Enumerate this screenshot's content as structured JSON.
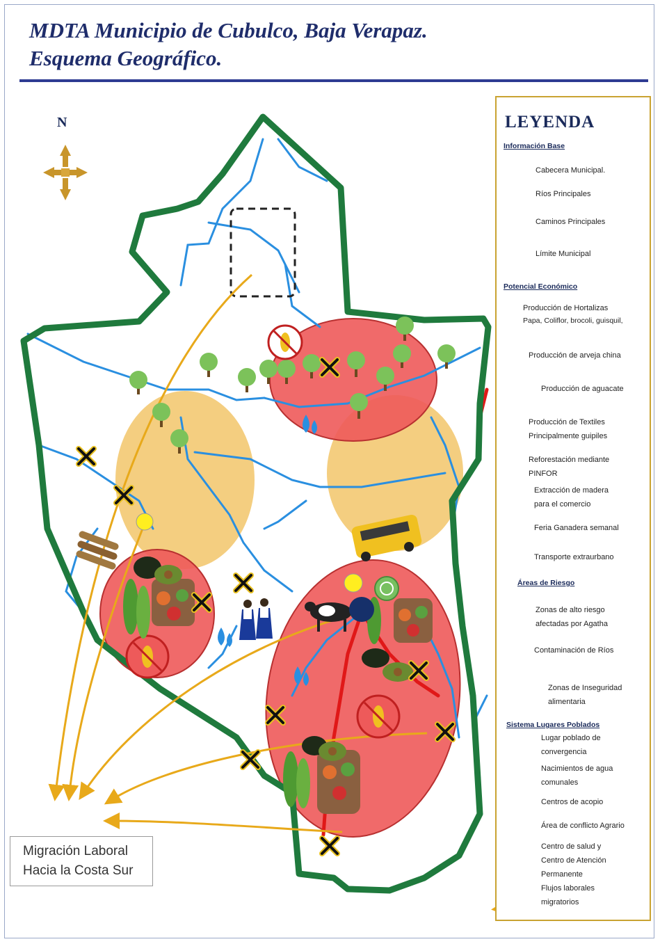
{
  "title": {
    "line1": "MDTA Municipio de Cubulco, Baja Verapaz.",
    "line2": "Esquema Geográfico."
  },
  "north_label": "N",
  "migration_box": {
    "line1": "Migración Laboral",
    "line2": "Hacia la Costa Sur"
  },
  "legend": {
    "title": "LEYENDA",
    "sections": {
      "base": "Información Base",
      "economic": "Potencial Económico",
      "risk": "Áreas de Riesgo",
      "places": "Sistema Lugares Poblados"
    },
    "items": {
      "cabecera": "Cabecera Municipal.",
      "rios": "Ríos Principales",
      "caminos": "Caminos Principales",
      "limite": "Límite Municipal",
      "hortalizas1": "Producción de Hortalizas",
      "hortalizas2": "Papa, Coliflor, brocoli, guisquil,",
      "arveja": "Producción de arveja china",
      "aguacate": "Producción de aguacate",
      "textiles1": "Producción de Textiles",
      "textiles2": "Principalmente guipiles",
      "reforestacion1": "Reforestación mediante",
      "reforestacion2": "PINFOR",
      "madera1": "Extracción de madera",
      "madera2": "para el comercio",
      "feria": "Feria Ganadera semanal",
      "transporte": "Transporte extraurbano",
      "alto_riesgo1": "Zonas de alto riesgo",
      "alto_riesgo2": "afectadas por Agatha",
      "contaminacion": "Contaminación de Ríos",
      "inseguridad1": "Zonas de Inseguridad",
      "inseguridad2": "alimentaria",
      "convergencia1": "Lugar poblado de",
      "convergencia2": "convergencia",
      "nacimientos1": "Nacimientos de agua",
      "nacimientos2": "comunales",
      "acopio": "Centros de acopio",
      "conflicto": "Área de conflicto Agrario",
      "salud1": "Centro de salud y",
      "salud2": "Centro de Atención",
      "salud3": "Permanente",
      "flujos1": "Flujos laborales",
      "flujos2": "migratorios"
    }
  },
  "colors": {
    "boundary": "#1f7a3d",
    "river": "#2a8fe0",
    "road": "#e01818",
    "high_risk": "#ee5a5a",
    "contamination": "#f2c56a",
    "migration": "#e8a91a",
    "title": "#1f2d6b",
    "rule": "#2e3b92",
    "legend_border": "#c9a332"
  }
}
